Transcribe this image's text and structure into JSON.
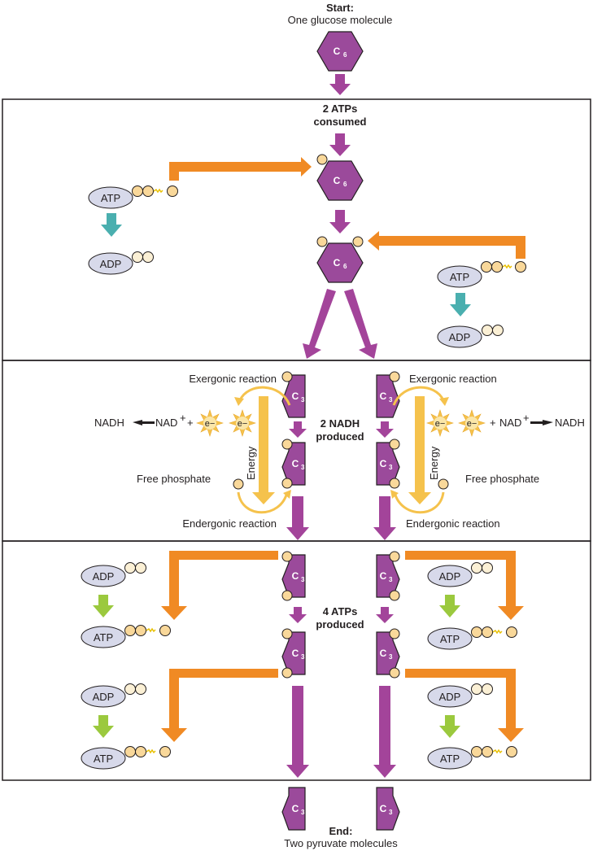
{
  "title": "Glycolysis overview",
  "start": {
    "heading": "Start:",
    "caption": "One glucose molecule"
  },
  "end": {
    "heading": "End:",
    "caption": "Two pyruvate molecules"
  },
  "stage1": {
    "label_line1": "2 ATPs",
    "label_line2": "consumed"
  },
  "stage2": {
    "label_line1": "2 NADH",
    "label_line2": "produced",
    "exergonic": "Exergonic reaction",
    "endergonic": "Endergonic reaction",
    "free_phosphate": "Free phosphate",
    "energy": "Energy",
    "electron": "e−",
    "left_equation": {
      "product": "NADH",
      "reactant": "NAD",
      "plus": "+"
    },
    "right_equation": {
      "plus": "+",
      "reactant": "NAD",
      "product": "NADH"
    }
  },
  "stage3": {
    "label_line1": "4 ATPs",
    "label_line2": "produced"
  },
  "molecules": {
    "glucose": {
      "letter": "C",
      "subscript": "6"
    },
    "three_carbon": {
      "letter": "C",
      "subscript": "3"
    },
    "atp": "ATP",
    "adp": "ADP"
  },
  "colors": {
    "molecule": "#9b4a9b",
    "flow_arrow": "#a3449a",
    "phosphate_transfer": "#f08a24",
    "atp_to_adp": "#4aafaf",
    "adp_to_atp": "#9bc93e",
    "energy": "#f5c24c",
    "phosphate": "#f9d89a",
    "nucleotide": "#d7d9ea",
    "box_border": "#231f20"
  }
}
